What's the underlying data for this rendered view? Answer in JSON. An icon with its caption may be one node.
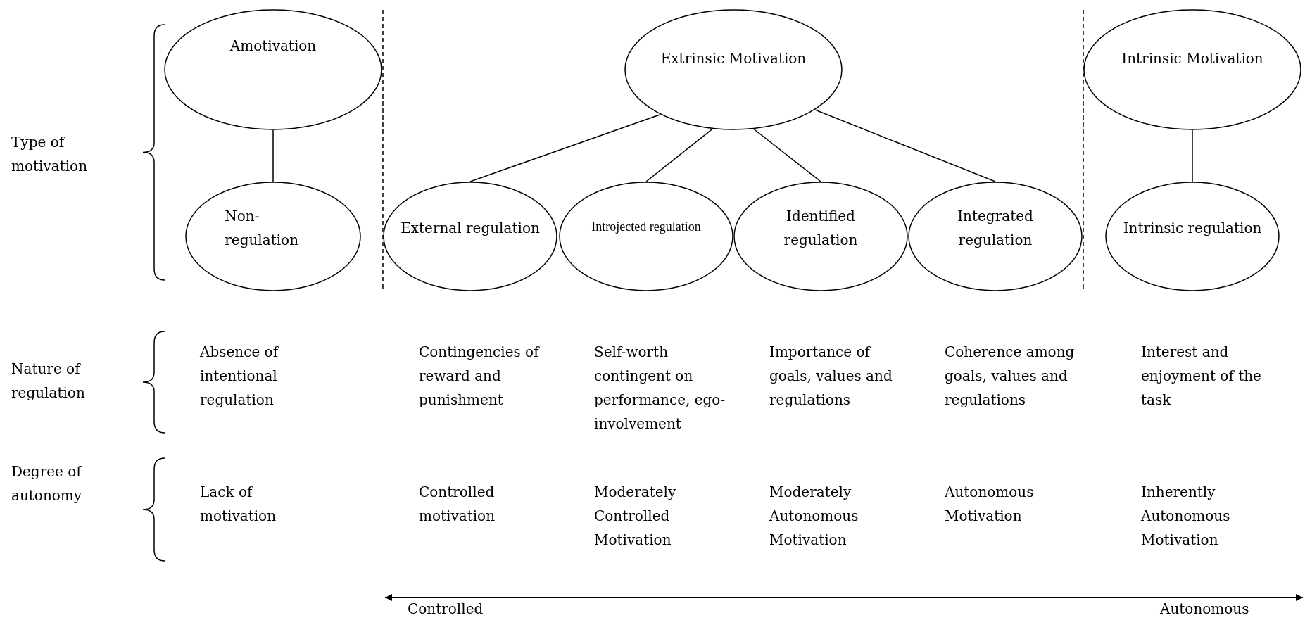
{
  "diagram": {
    "nodes": [
      {
        "text": [
          "Amotivation"
        ]
      },
      {
        "text": [
          "Non-regulation"
        ]
      },
      {
        "text": [
          "Extrinsic Motivation"
        ]
      },
      {
        "text": [
          "External regulation"
        ]
      },
      {
        "text": [
          "Introjected regulation"
        ]
      },
      {
        "text": [
          "Identified regulation"
        ]
      },
      {
        "text": [
          "Integrated regulation"
        ]
      },
      {
        "text": [
          "Intrinsic Motivation"
        ]
      },
      {
        "text": [
          "Intrinsic regulation"
        ]
      }
    ],
    "edges": [
      {
        "from": 0,
        "to": 1,
        "arrow": "none"
      },
      {
        "from": 2,
        "to": 3,
        "arrow": "none"
      },
      {
        "from": 2,
        "to": 4,
        "arrow": "none"
      },
      {
        "from": 2,
        "to": 5,
        "arrow": "none"
      },
      {
        "from": 2,
        "to": 6,
        "arrow": "none"
      },
      {
        "from": 7,
        "to": 8,
        "arrow": "none"
      }
    ],
    "labels": [
      "Type of motivation",
      "Nature of regulation",
      "Absence of intentional regulation",
      "Contingencies of reward and punishment",
      "Self-worth contingent on performance, ego-involvement",
      "Importance of goals, values and regulations",
      "Coherence among goals, values and regulations",
      "Interest and enjoyment of the task",
      "Degree of autonomy",
      "Lack of motivation",
      "Controlled motivation",
      "Moderately Controlled Motivation",
      "Moderately Autonomous Motivation",
      "Autonomous Motivation",
      "Inherently Autonomous Motivation",
      "Controlled",
      "Autonomous"
    ]
  }
}
